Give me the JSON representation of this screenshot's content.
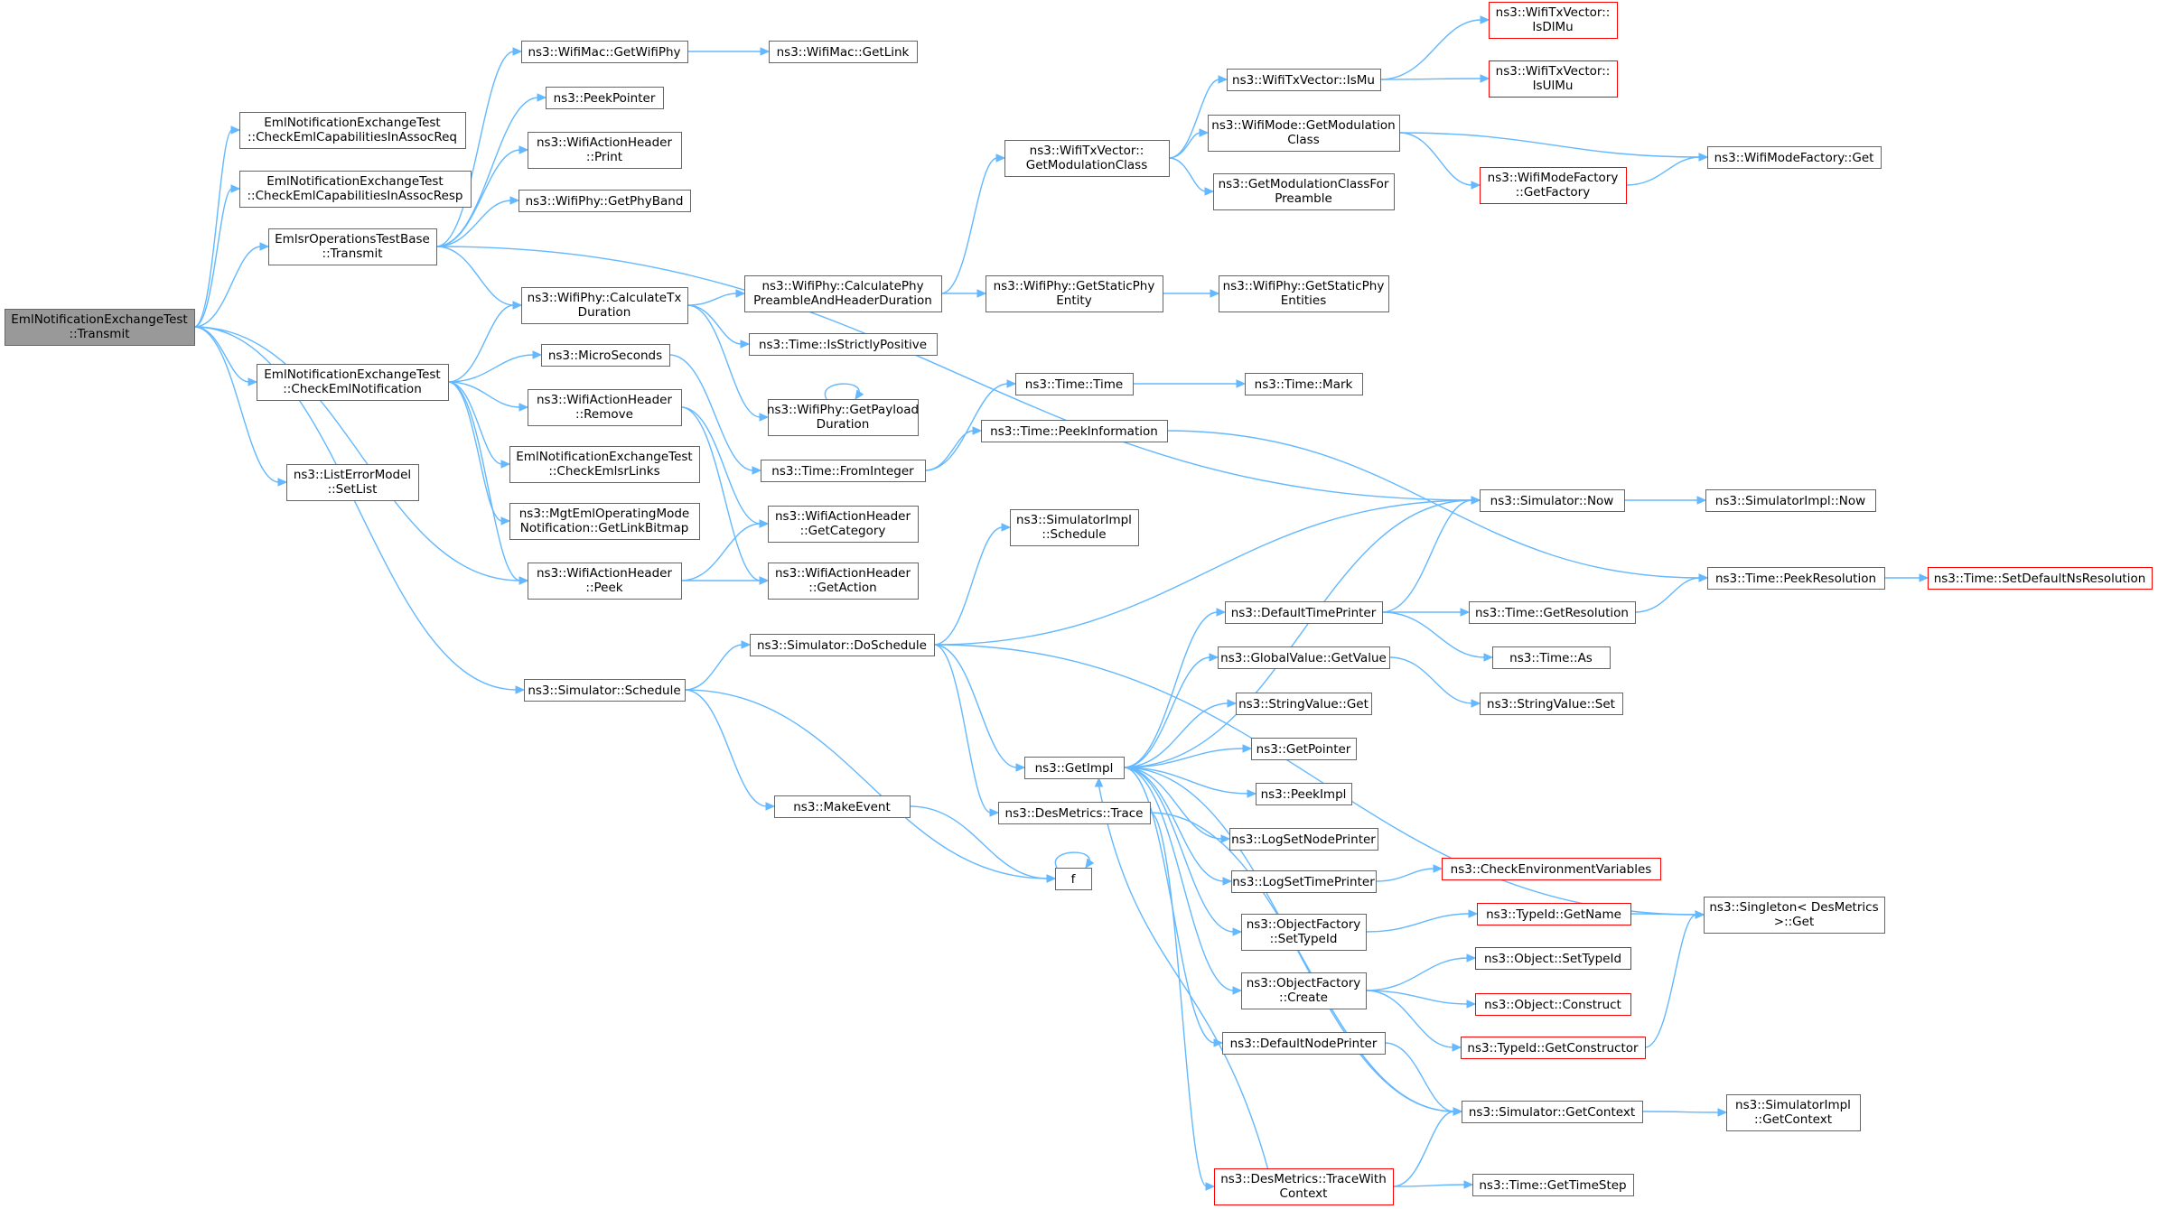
{
  "colors": {
    "edge": "#63b8ff",
    "box_border": "#666666",
    "box_border_incomplete": "#ff0000",
    "root_fill": "#999999"
  },
  "nodes": {
    "root": [
      "EmlNotificationExchangeTest",
      "::Transmit"
    ],
    "checkAssocReq": [
      "EmlNotificationExchangeTest",
      "::CheckEmlCapabilitiesInAssocReq"
    ],
    "checkAssocResp": [
      "EmlNotificationExchangeTest",
      "::CheckEmlCapabilitiesInAssocResp"
    ],
    "emlsrTransmit": [
      "EmlsrOperationsTestBase",
      "::Transmit"
    ],
    "checkEmlNotif": [
      "EmlNotificationExchangeTest",
      "::CheckEmlNotification"
    ],
    "setList": [
      "ns3::ListErrorModel",
      "::SetList"
    ],
    "getWifiPhy": [
      "ns3::WifiMac::GetWifiPhy"
    ],
    "peekPointer": [
      "ns3::PeekPointer"
    ],
    "actionPrint": [
      "ns3::WifiActionHeader",
      "::Print"
    ],
    "getPhyBand": [
      "ns3::WifiPhy::GetPhyBand"
    ],
    "calcTxDuration": [
      "ns3::WifiPhy::CalculateTx",
      "Duration"
    ],
    "microSeconds": [
      "ns3::MicroSeconds"
    ],
    "actionRemove": [
      "ns3::WifiActionHeader",
      "::Remove"
    ],
    "checkEmlsrLinks": [
      "EmlNotificationExchangeTest",
      "::CheckEmlsrLinks"
    ],
    "getLinkBitmap": [
      "ns3::MgtEmlOperatingMode",
      "Notification::GetLinkBitmap"
    ],
    "actionPeek": [
      "ns3::WifiActionHeader",
      "::Peek"
    ],
    "simSchedule": [
      "ns3::Simulator::Schedule"
    ],
    "getLink": [
      "ns3::WifiMac::GetLink"
    ],
    "calcPreamble": [
      "ns3::WifiPhy::CalculatePhy",
      "PreambleAndHeaderDuration"
    ],
    "isStrictlyPositive": [
      "ns3::Time::IsStrictlyPositive"
    ],
    "getPayloadDuration": [
      "ns3::WifiPhy::GetPayload",
      "Duration"
    ],
    "fromInteger": [
      "ns3::Time::FromInteger"
    ],
    "getCategory": [
      "ns3::WifiActionHeader",
      "::GetCategory"
    ],
    "getAction": [
      "ns3::WifiActionHeader",
      "::GetAction"
    ],
    "doSchedule": [
      "ns3::Simulator::DoSchedule"
    ],
    "makeEvent": [
      "ns3::MakeEvent"
    ],
    "txGetModClass": [
      "ns3::WifiTxVector::",
      "GetModulationClass"
    ],
    "getStaticPhyEntity": [
      "ns3::WifiPhy::GetStaticPhy",
      "Entity"
    ],
    "timeTime": [
      "ns3::Time::Time"
    ],
    "peekInformation": [
      "ns3::Time::PeekInformation"
    ],
    "implSchedule": [
      "ns3::SimulatorImpl",
      "::Schedule"
    ],
    "getImpl": [
      "ns3::GetImpl"
    ],
    "desTrace": [
      "ns3::DesMetrics::Trace"
    ],
    "f": [
      "f"
    ],
    "isMu": [
      "ns3::WifiTxVector::IsMu"
    ],
    "modeGetModClass": [
      "ns3::WifiMode::GetModulation",
      "Class"
    ],
    "getModClassForPreamble": [
      "ns3::GetModulationClassFor",
      "Preamble"
    ],
    "getStaticPhyEntities": [
      "ns3::WifiPhy::GetStaticPhy",
      "Entities"
    ],
    "timeMark": [
      "ns3::Time::Mark"
    ],
    "defaultTimePrinter": [
      "ns3::DefaultTimePrinter"
    ],
    "globalGetValue": [
      "ns3::GlobalValue::GetValue"
    ],
    "stringGet": [
      "ns3::StringValue::Get"
    ],
    "getPointer": [
      "ns3::GetPointer"
    ],
    "peekImpl": [
      "ns3::PeekImpl"
    ],
    "logSetNodePrinter": [
      "ns3::LogSetNodePrinter"
    ],
    "logSetTimePrinter": [
      "ns3::LogSetTimePrinter"
    ],
    "factorySetTypeId": [
      "ns3::ObjectFactory",
      "::SetTypeId"
    ],
    "factoryCreate": [
      "ns3::ObjectFactory",
      "::Create"
    ],
    "defaultNodePrinter": [
      "ns3::DefaultNodePrinter"
    ],
    "traceWithContext": [
      "ns3::DesMetrics::TraceWith",
      "Context"
    ],
    "isDlMu": [
      "ns3::WifiTxVector::",
      "IsDlMu"
    ],
    "isUlMu": [
      "ns3::WifiTxVector::",
      "IsUlMu"
    ],
    "getFactory": [
      "ns3::WifiModeFactory",
      "::GetFactory"
    ],
    "simNow": [
      "ns3::Simulator::Now"
    ],
    "getResolution": [
      "ns3::Time::GetResolution"
    ],
    "timeAs": [
      "ns3::Time::As"
    ],
    "stringSet": [
      "ns3::StringValue::Set"
    ],
    "checkEnvVars": [
      "ns3::CheckEnvironmentVariables"
    ],
    "getName": [
      "ns3::TypeId::GetName"
    ],
    "objSetTypeId": [
      "ns3::Object::SetTypeId"
    ],
    "objConstruct": [
      "ns3::Object::Construct"
    ],
    "getConstructor": [
      "ns3::TypeId::GetConstructor"
    ],
    "getContext": [
      "ns3::Simulator::GetContext"
    ],
    "getTimeStep": [
      "ns3::Time::GetTimeStep"
    ],
    "modeFactoryGet": [
      "ns3::WifiModeFactory::Get"
    ],
    "implNow": [
      "ns3::SimulatorImpl::Now"
    ],
    "peekResolution": [
      "ns3::Time::PeekResolution"
    ],
    "singletonGet": [
      "ns3::Singleton< DesMetrics",
      ">::Get"
    ],
    "implGetContext": [
      "ns3::SimulatorImpl",
      "::GetContext"
    ],
    "setDefaultNsResolution": [
      "ns3::Time::SetDefaultNsResolution"
    ]
  }
}
